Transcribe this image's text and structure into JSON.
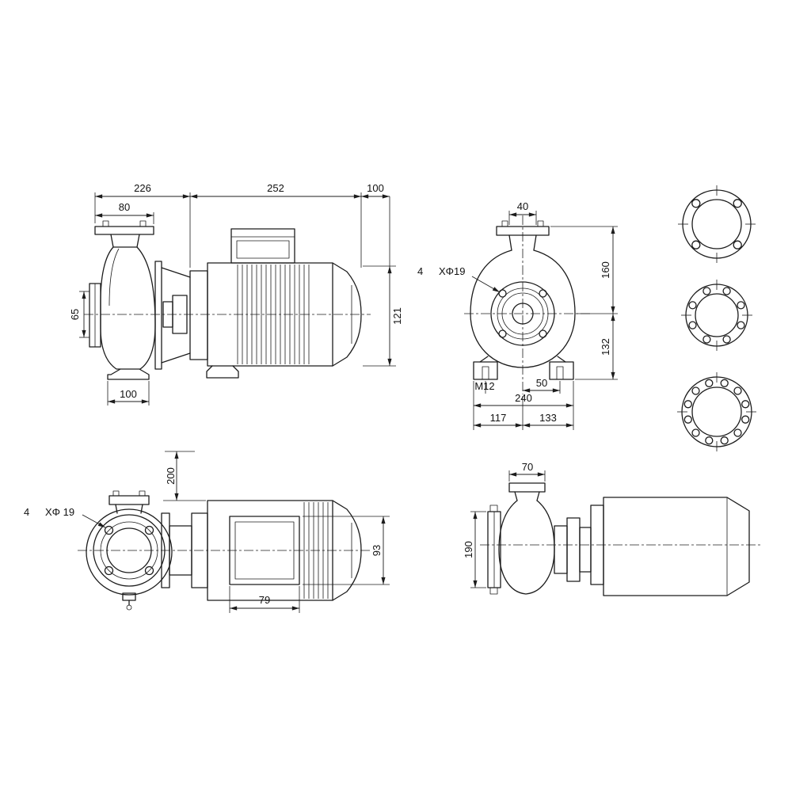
{
  "drawing": {
    "background": "#ffffff",
    "line_color": "#1c1c1c"
  },
  "views": {
    "side": {
      "dims": {
        "len_pump": "226",
        "len_motor": "252",
        "len_clearance": "100",
        "discharge_flange_width": "80",
        "suction_flange_height": "65",
        "motor_height": "121",
        "foot_width": "100"
      }
    },
    "front": {
      "dims": {
        "discharge_bore": "40",
        "bolt_count": "4",
        "bolt_spec": "XΦ19",
        "height_cl_to_top": "160",
        "height_cl_to_base": "132",
        "foot_thread": "M12",
        "foot_hole_offset": "50",
        "base_width": "240",
        "base_left": "117",
        "base_right": "133"
      }
    },
    "plan": {
      "dims": {
        "port_height": "200",
        "bolt_count": "4",
        "bolt_spec": "XΦ 19",
        "terminal_box_width": "93",
        "terminal_box_length": "79"
      }
    },
    "end": {
      "dims": {
        "discharge_flange_width": "70",
        "suction_flange_od": "190"
      }
    }
  }
}
